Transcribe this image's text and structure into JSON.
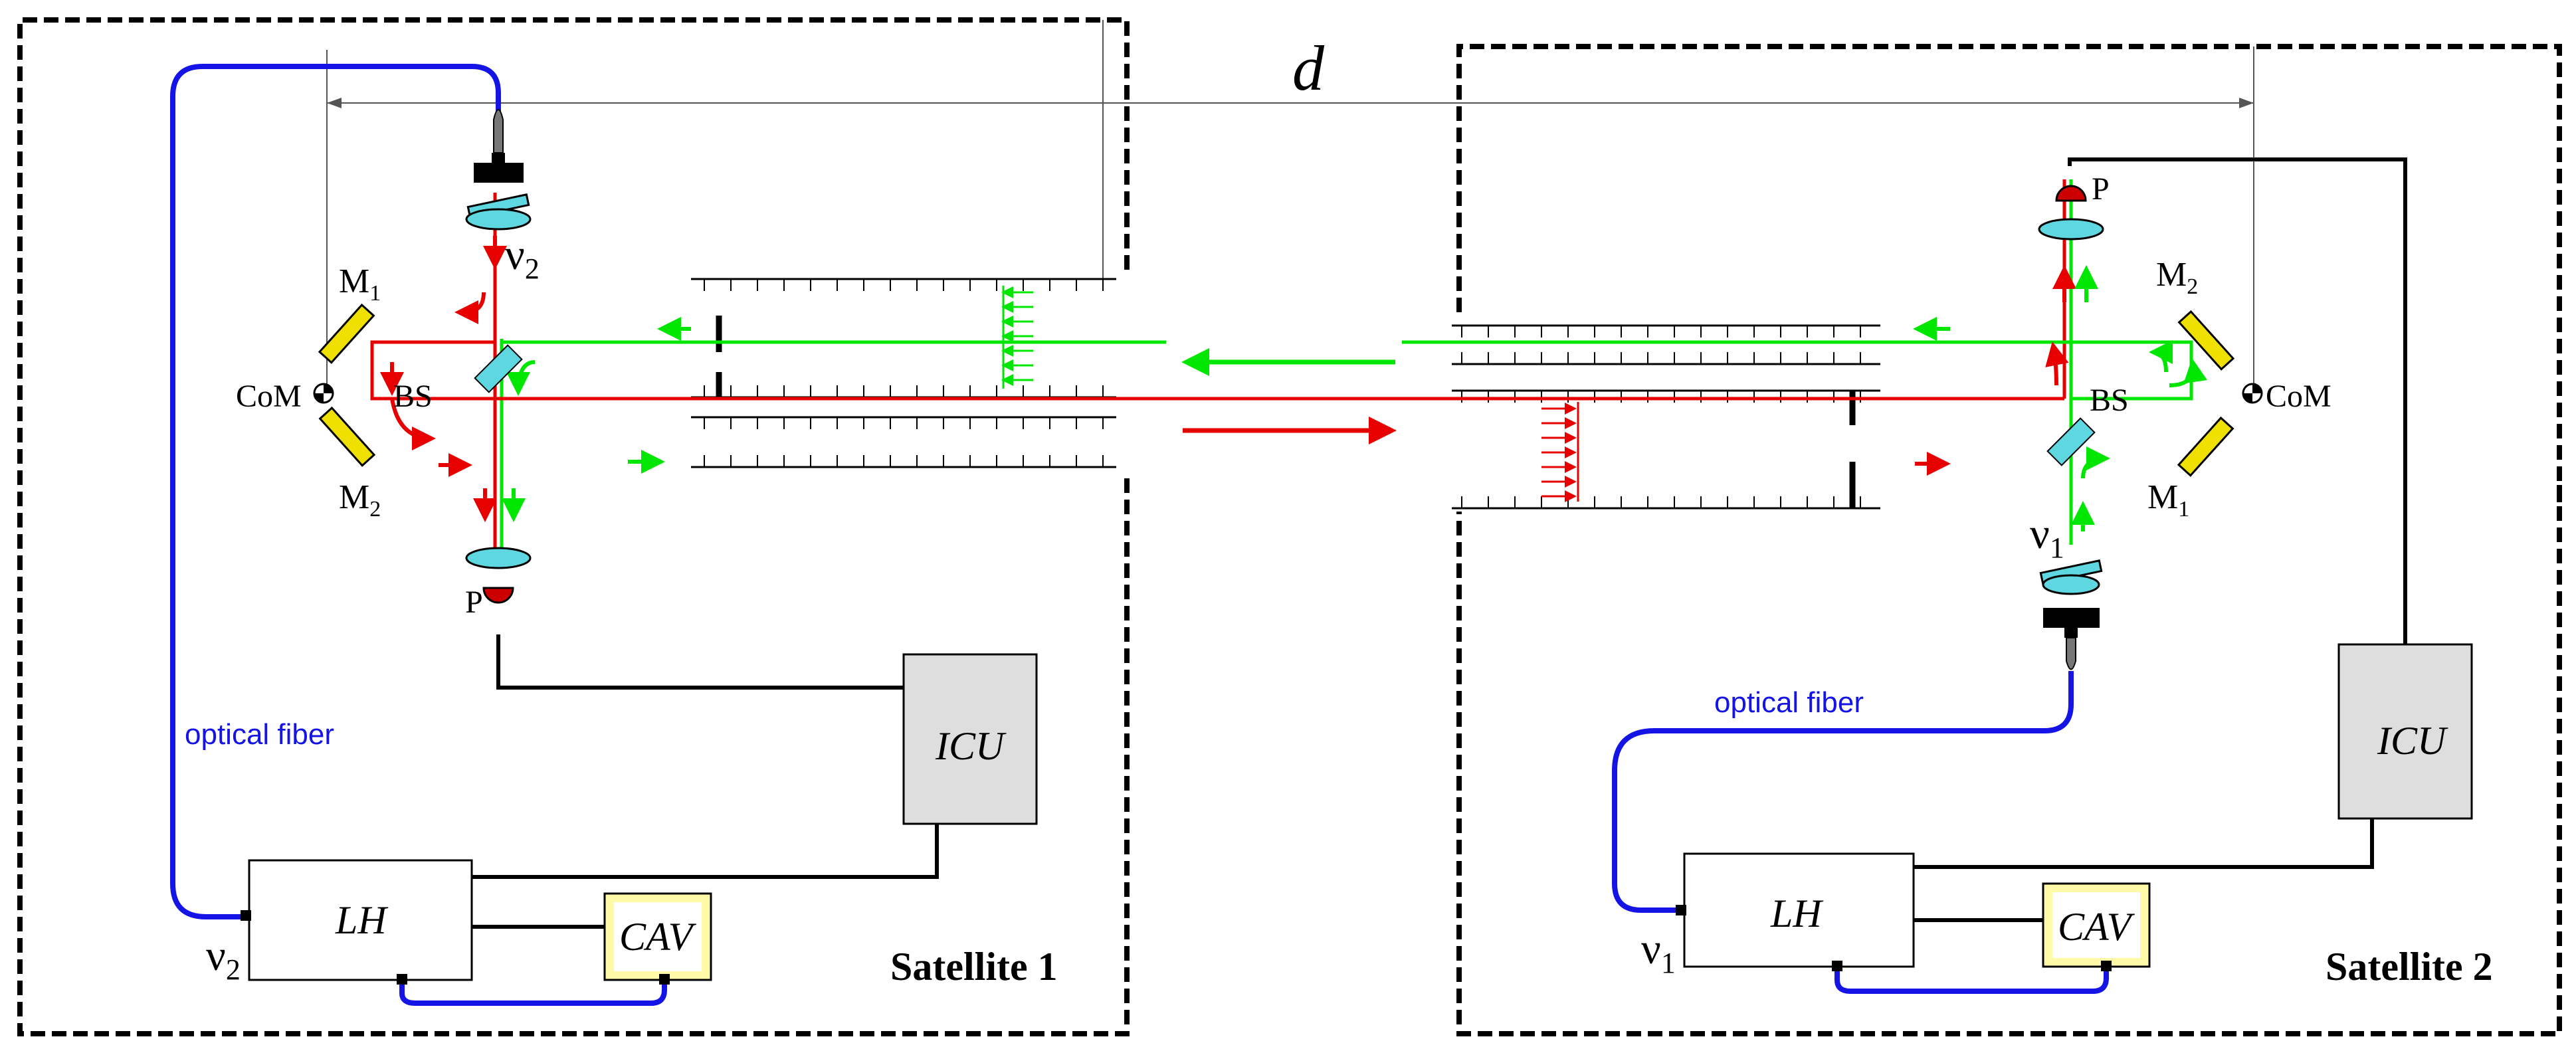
{
  "labels": {
    "distance": "d",
    "satellite1": "Satellite 1",
    "satellite2": "Satellite 2",
    "laser_head": "LH",
    "cavity": "CAV",
    "icu": "ICU",
    "fiber": "optical fiber",
    "com": "CoM",
    "beam_splitter": "BS",
    "photodetector": "P",
    "mirror_letter": "M",
    "mirror1_sub": "1",
    "mirror2_sub": "2",
    "nu": "ν",
    "freq1_sub": "1",
    "freq2_sub": "2"
  },
  "colors": {
    "green_beam": "#00e600",
    "red_beam": "#e60000",
    "fiber": "#1414e6",
    "mirror": "#f0e000",
    "lens": "#5fd7e0",
    "detector": "#cc0000",
    "box_gray": "#dedede",
    "cav_fill": "#fff9a8"
  }
}
